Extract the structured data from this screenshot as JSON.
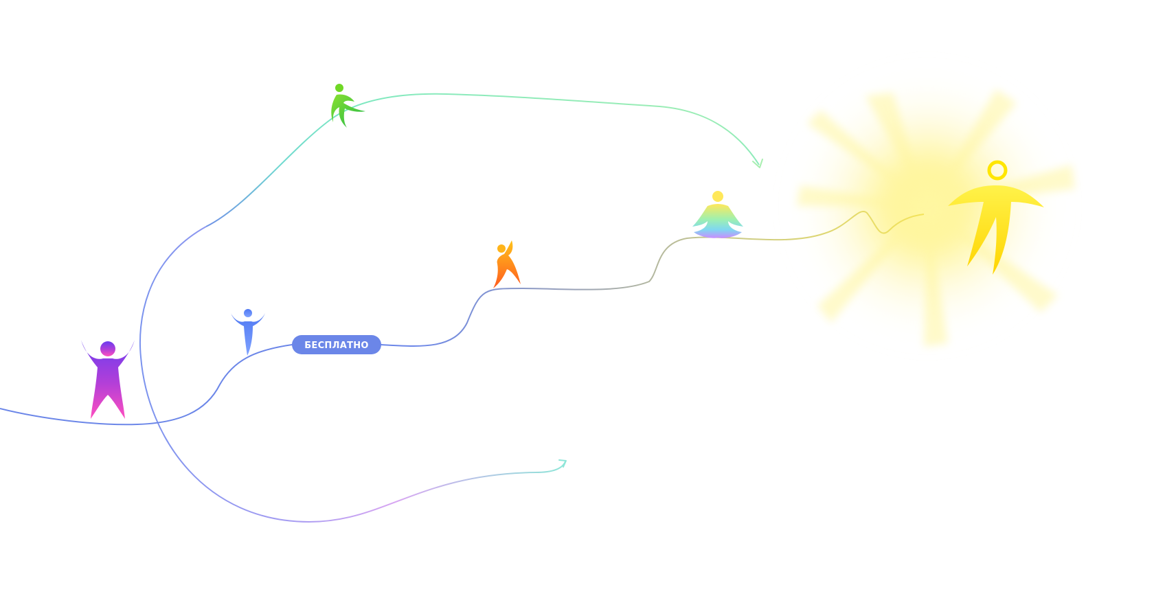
{
  "badge": {
    "label": "БЕСПЛАТНО"
  },
  "colors": {
    "badge_fill": "#6b86e8",
    "badge_text": "#ffffff",
    "main_path": "#6b86e8",
    "upper_path": "#7de8c0",
    "lower_path_start": "#8f9cf0",
    "lower_path_mid": "#d6a6f2",
    "lower_path_end": "#8ee6d8",
    "glow": "#fff27a",
    "figure_start": [
      "#7a3cf0",
      "#ff4fbf"
    ],
    "figure_small": "#5f86f5",
    "figure_green": "#3fcf2a",
    "figure_orange": "#ff8a1a",
    "figure_meditate": [
      "#ffe85a",
      "#7ef0c0",
      "#c98cff"
    ],
    "figure_glow": "#ffe600"
  },
  "figures": [
    {
      "name": "start-figure-icon",
      "meaning": "person-arms-up"
    },
    {
      "name": "small-figure-icon",
      "meaning": "person-standing"
    },
    {
      "name": "running-figure-icon",
      "meaning": "person-running"
    },
    {
      "name": "climbing-figure-icon",
      "meaning": "person-climbing"
    },
    {
      "name": "meditating-figure-icon",
      "meaning": "person-meditating"
    },
    {
      "name": "radiant-figure-icon",
      "meaning": "person-radiant"
    }
  ]
}
